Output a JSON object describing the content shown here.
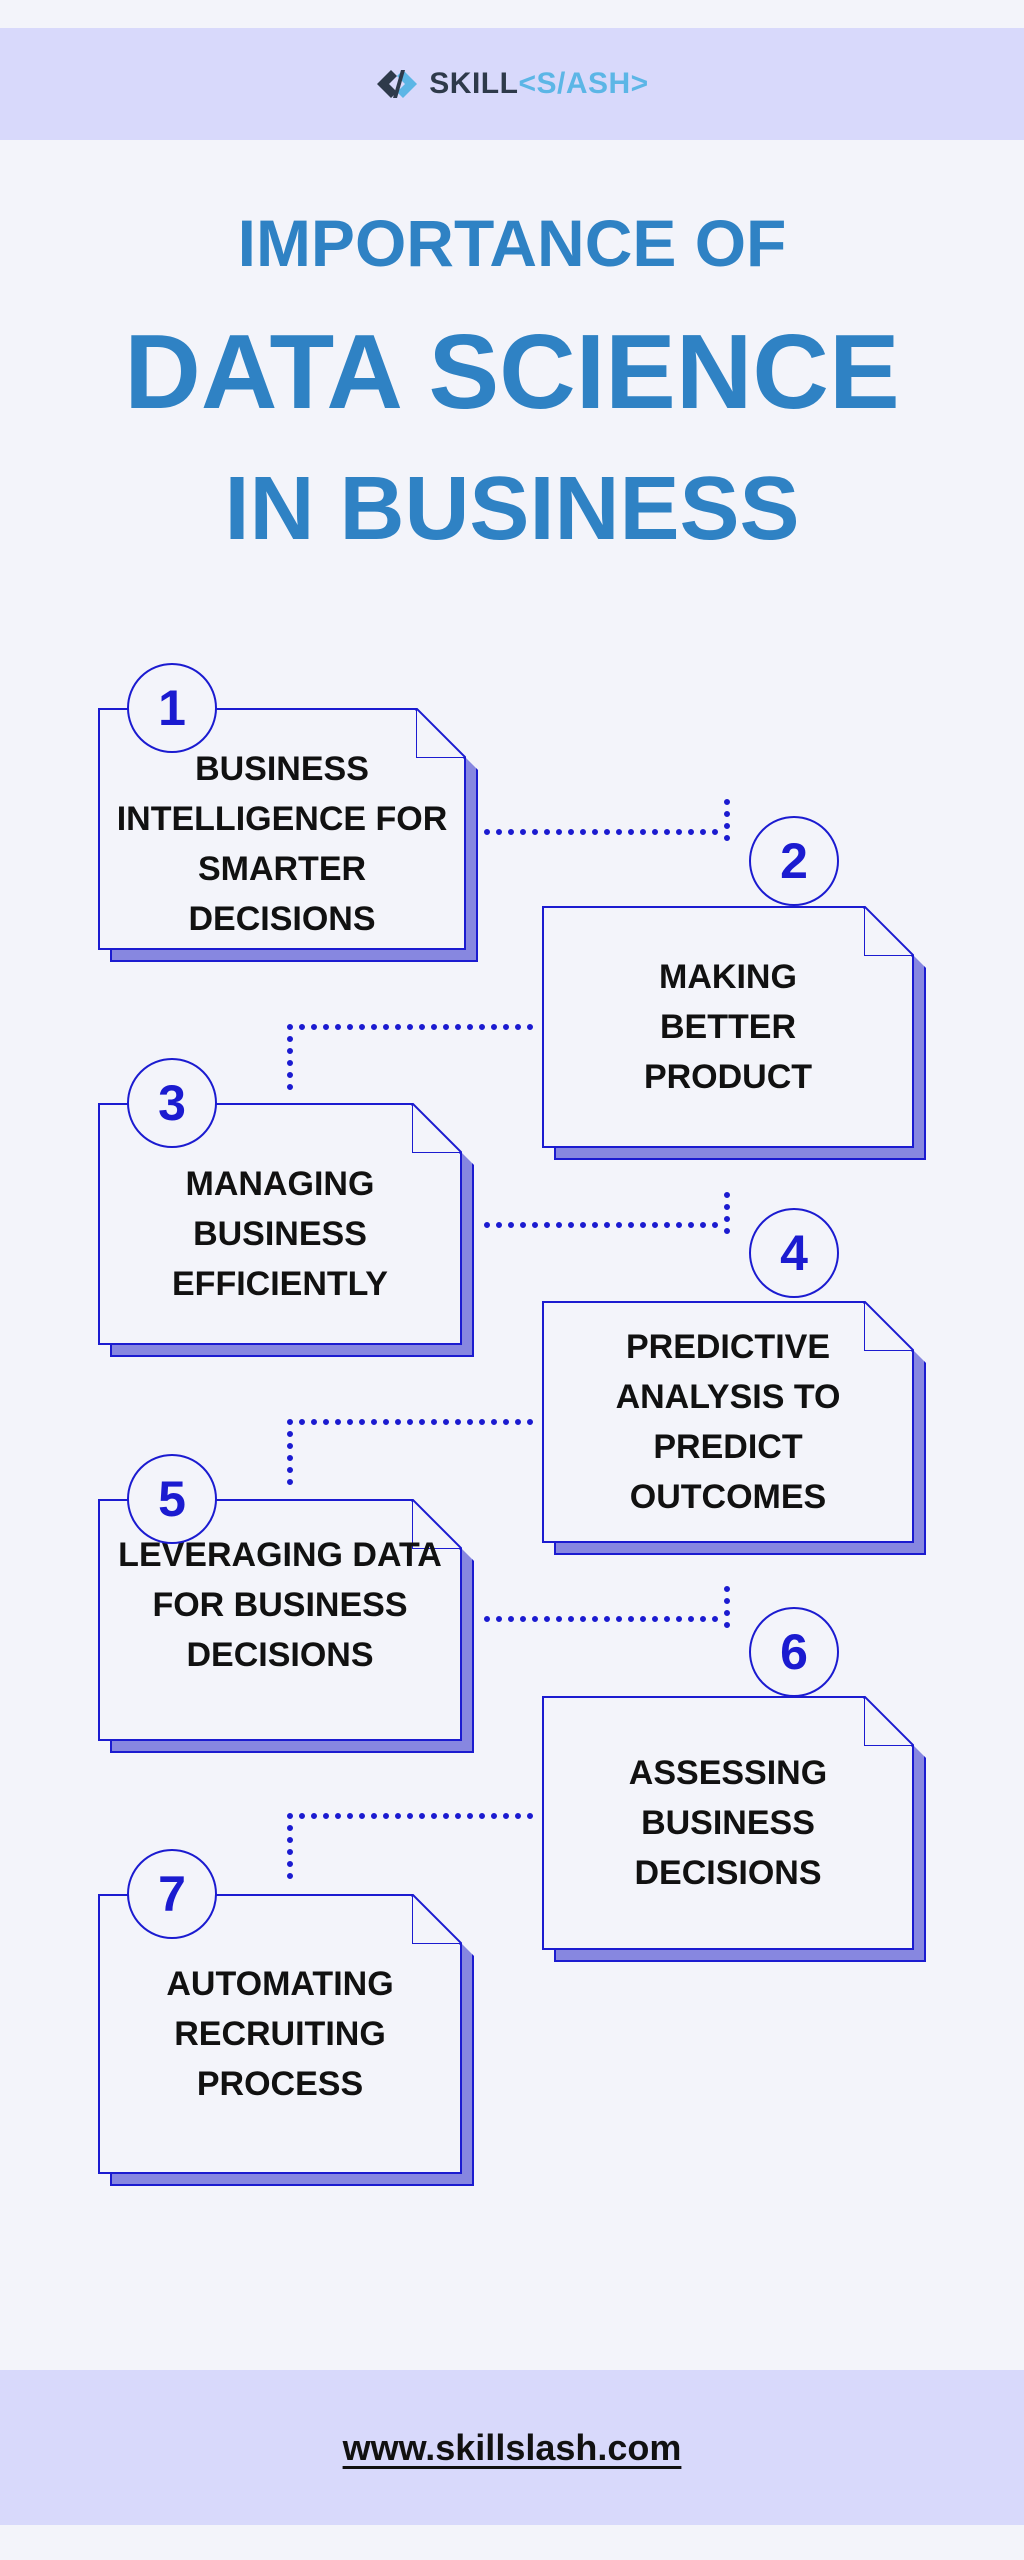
{
  "header": {
    "logo": {
      "part1": "SKILL",
      "part2": "<S/ASH>"
    },
    "brand_colors": {
      "dark": "#2e3a4a",
      "light": "#5cb6e6"
    }
  },
  "title": {
    "line1": "IMPORTANCE OF",
    "line2": "DATA SCIENCE",
    "line3": "IN BUSINESS"
  },
  "steps": [
    {
      "number": "1",
      "label": "BUSINESS INTELLIGENCE FOR SMARTER DECISIONS"
    },
    {
      "number": "2",
      "label": "MAKING BETTER PRODUCT"
    },
    {
      "number": "3",
      "label": "MANAGING BUSINESS EFFICIENTLY"
    },
    {
      "number": "4",
      "label": "PREDICTIVE ANALYSIS TO PREDICT OUTCOMES"
    },
    {
      "number": "5",
      "label": "LEVERAGING DATA FOR BUSINESS DECISIONS"
    },
    {
      "number": "6",
      "label": "ASSESSING BUSINESS DECISIONS"
    },
    {
      "number": "7",
      "label": "AUTOMATING RECRUITING PROCESS"
    }
  ],
  "colors": {
    "accent_blue": "#1b1bd0",
    "title_blue": "#2f82c4",
    "shadow": "#8787e0",
    "band": "#d8d9fb",
    "background": "#f3f4fa"
  },
  "footer": {
    "url": "www.skillslash.com"
  }
}
